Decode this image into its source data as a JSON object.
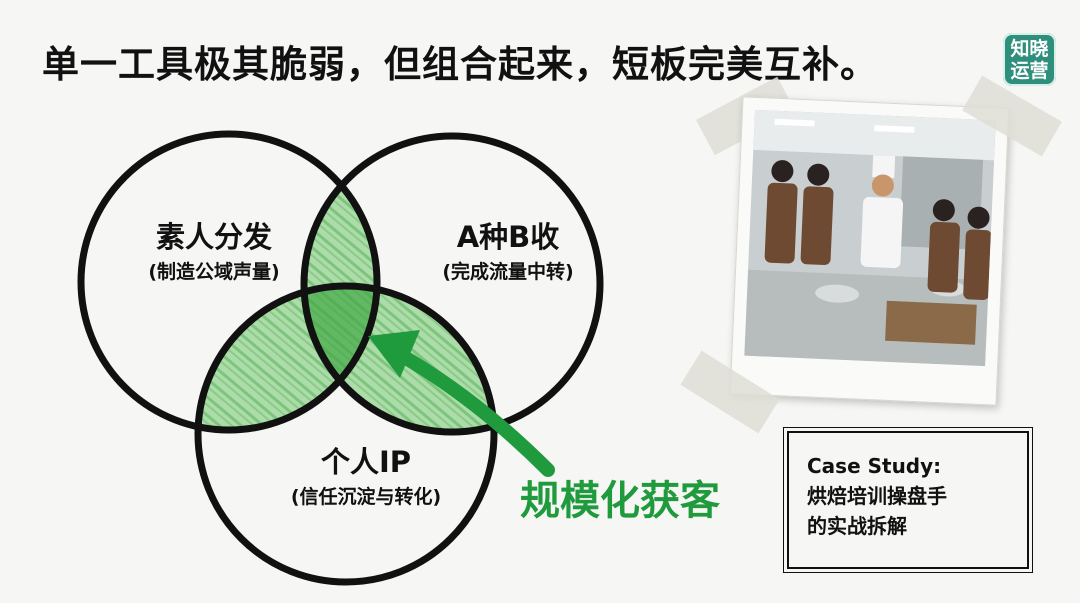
{
  "headline": "单一工具极其脆弱，但组合起来，短板完美互补。",
  "logo": {
    "line1": "知晓",
    "line2": "运营"
  },
  "venn": {
    "circles": [
      {
        "title": "素人分发",
        "subtitle": "(制造公域声量)"
      },
      {
        "title": "A种B收",
        "subtitle": "(完成流量中转)"
      },
      {
        "title": "个人IP",
        "subtitle": "(信任沉淀与转化)"
      }
    ],
    "intersection_label": "规模化获客",
    "colors": {
      "outline": "#111111",
      "highlight": "#7cc87a",
      "arrow": "#1f9a3d"
    }
  },
  "photo": {
    "subject": "baking-class-photo"
  },
  "case_study": {
    "line1": "Case Study:",
    "line2": "烘焙培训操盘手",
    "line3": "的实战拆解"
  }
}
